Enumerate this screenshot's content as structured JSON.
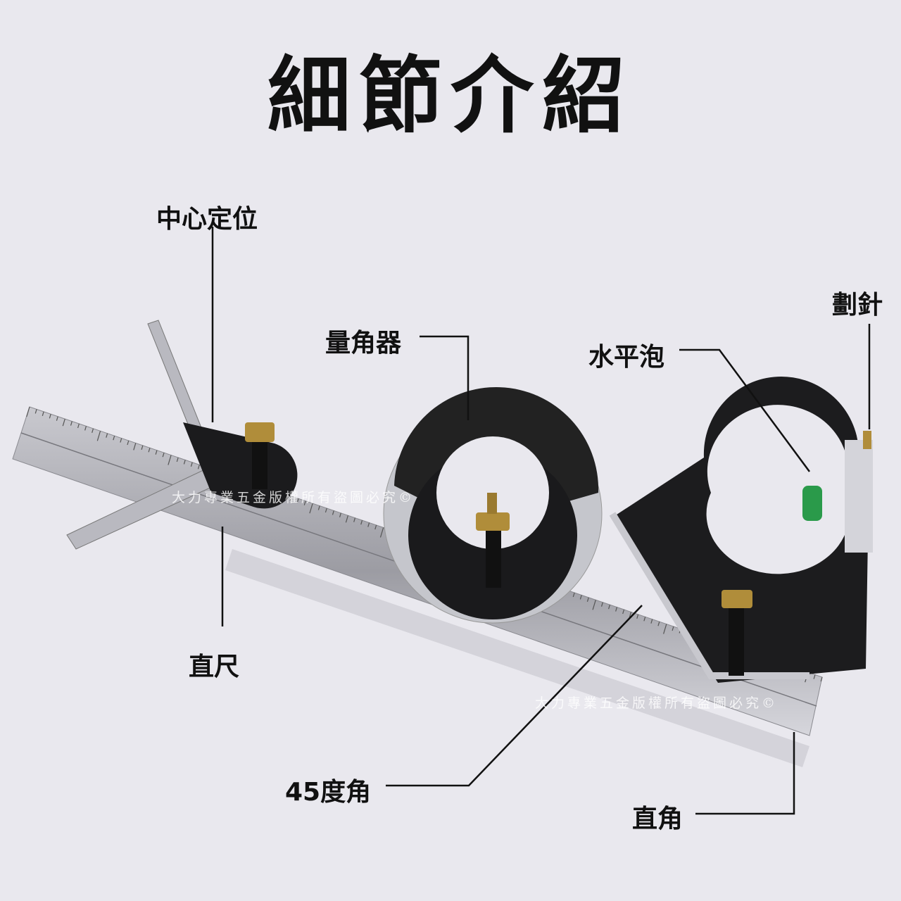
{
  "title": "細節介紹",
  "labels": {
    "center_finder": "中心定位",
    "protractor": "量角器",
    "scriber": "劃針",
    "spirit_level": "水平泡",
    "ruler": "直尺",
    "angle_45": "45度角",
    "right_angle": "直角"
  },
  "watermark": "大力專業五金版權所有盜圖必究©",
  "colors": {
    "background": "#e9e8ee",
    "text": "#111111"
  }
}
